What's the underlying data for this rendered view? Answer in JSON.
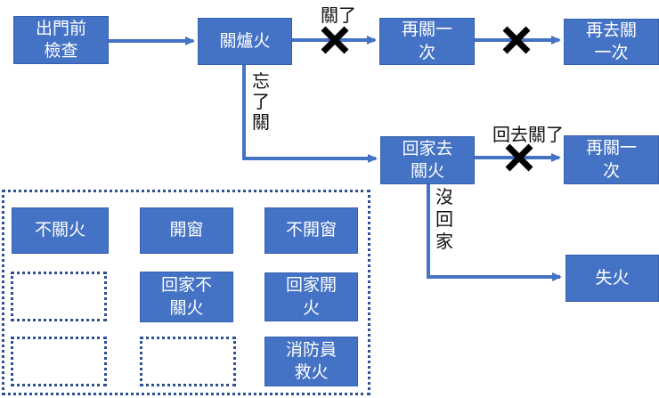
{
  "colors": {
    "node_fill": "#4472C4",
    "node_border": "#3560AE",
    "node_text": "#FFFFFF",
    "arrow": "#4472C4",
    "cross": "#000000",
    "edge_label_text": "#111111",
    "dotted_border": "#2E4F91",
    "background": "#FFFFFF"
  },
  "icons": {
    "cross": "✖",
    "arrowhead": "→"
  },
  "flow": {
    "nodes": {
      "check_before_leaving": "出門前\n檢查",
      "turn_off_stove": "關爐火",
      "turn_off_again": "再關一\n次",
      "go_turn_off_again": "再去關\n一次",
      "go_home_turn_off": "回家去\n關火",
      "turn_off_again_2": "再關一\n次",
      "fire_breaks_out": "失火"
    },
    "edge_labels": {
      "turned_off": "關了",
      "forgot_to_turn_off": "忘\n了\n關",
      "went_back_turned_off": "回去關了",
      "did_not_go_home": "沒\n回\n家"
    }
  },
  "answer_bank": {
    "tiles": [
      "不關火",
      "開窗",
      "不開窗",
      "回家不\n關火",
      "回家開\n火",
      "消防員\n救火"
    ],
    "empty_slot_count": 3
  }
}
